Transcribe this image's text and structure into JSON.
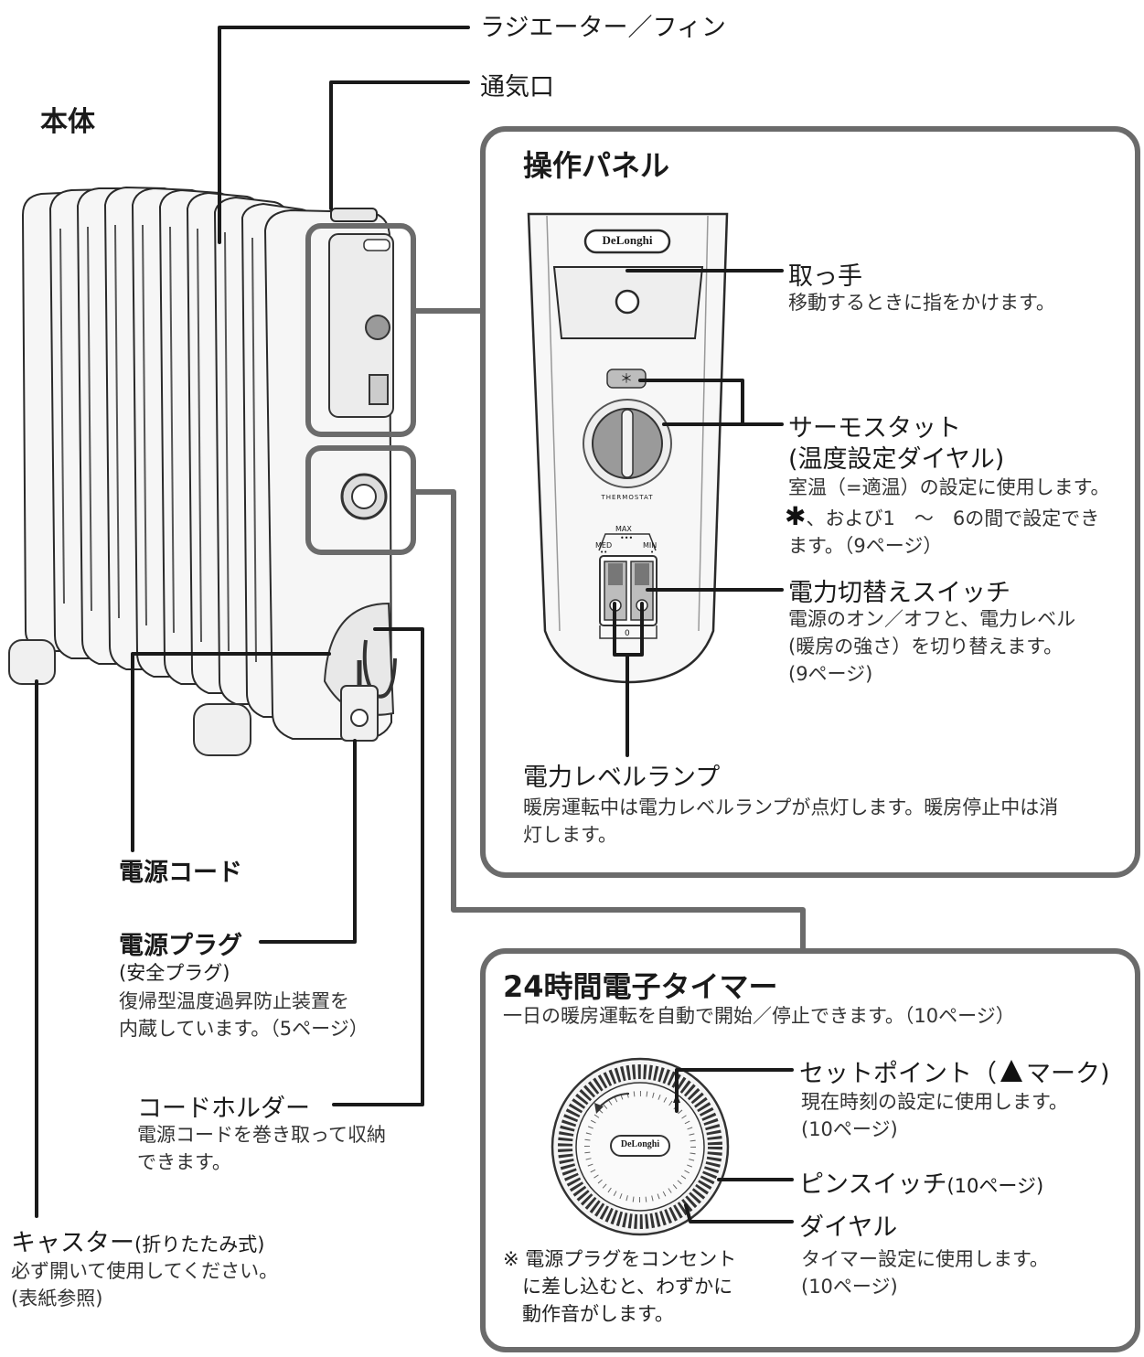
{
  "labels": {
    "radiator_fin": "ラジエーター／フィン",
    "vent": "通気口",
    "main_unit": "本体",
    "power_cord": "電源コード",
    "power_plug": "電源プラグ",
    "power_plug_sub": "(安全プラグ)",
    "power_plug_desc": "復帰型温度過昇防止装置を\n内蔵しています。（5ページ）",
    "cord_holder": "コードホルダー",
    "cord_holder_desc": "電源コードを巻き取って収納\nできます。",
    "caster": "キャスター",
    "caster_sub": "(折りたたみ式)",
    "caster_desc": "必ず開いて使用してください。\n(表紙参照)"
  },
  "control_panel": {
    "title": "操作パネル",
    "brand": "DeLonghi",
    "thermostat_caption": "THERMOSTAT",
    "snowflake_mark": "＊",
    "switch_labels": {
      "max": "MAX",
      "dots": "•••",
      "med": "MED",
      "med_dots": "••",
      "min": "MIN",
      "min_dots": "•",
      "zero": "0"
    },
    "handle": {
      "title": "取っ手",
      "desc": "移動するときに指をかけます。"
    },
    "thermostat": {
      "title": "サーモスタット",
      "subtitle": "(温度設定ダイヤル)",
      "desc1": "室温（=適温）の設定に使用します。",
      "star": "✱",
      "desc2": "、および1　～　6の間で設定でき",
      "desc3": "ます。（9ページ）"
    },
    "power_switch": {
      "title": "電力切替えスイッチ",
      "desc": "電源のオン／オフと、電力レベル\n(暖房の強さ）を切り替えます。\n(9ページ)"
    },
    "power_lamp": {
      "title": "電力レベルランプ",
      "desc": "暖房運転中は電力レベルランプが点灯します。暖房停止中は消\n灯します。"
    }
  },
  "timer": {
    "title": "24時間電子タイマー",
    "desc": "一日の暖房運転を自動で開始／停止できます。（10ページ）",
    "brand": "DeLonghi",
    "setpoint": {
      "title_a": "セットポイント（",
      "title_b": "マーク)",
      "desc": "現在時刻の設定に使用します。\n(10ページ)"
    },
    "pin_switch": {
      "title": "ピンスイッチ",
      "suffix": "(10ページ)"
    },
    "dial": {
      "title": "ダイヤル",
      "desc": "タイマー設定に使用します。\n(10ページ)"
    },
    "note": "※ 電源プラグをコンセント\n　に差し込むと、わずかに\n　動作音がします。"
  },
  "colors": {
    "frame": "#6b6b6b",
    "line": "#1a1a1a",
    "body": "#f4f4f4",
    "dial": "#9a9a9a"
  }
}
